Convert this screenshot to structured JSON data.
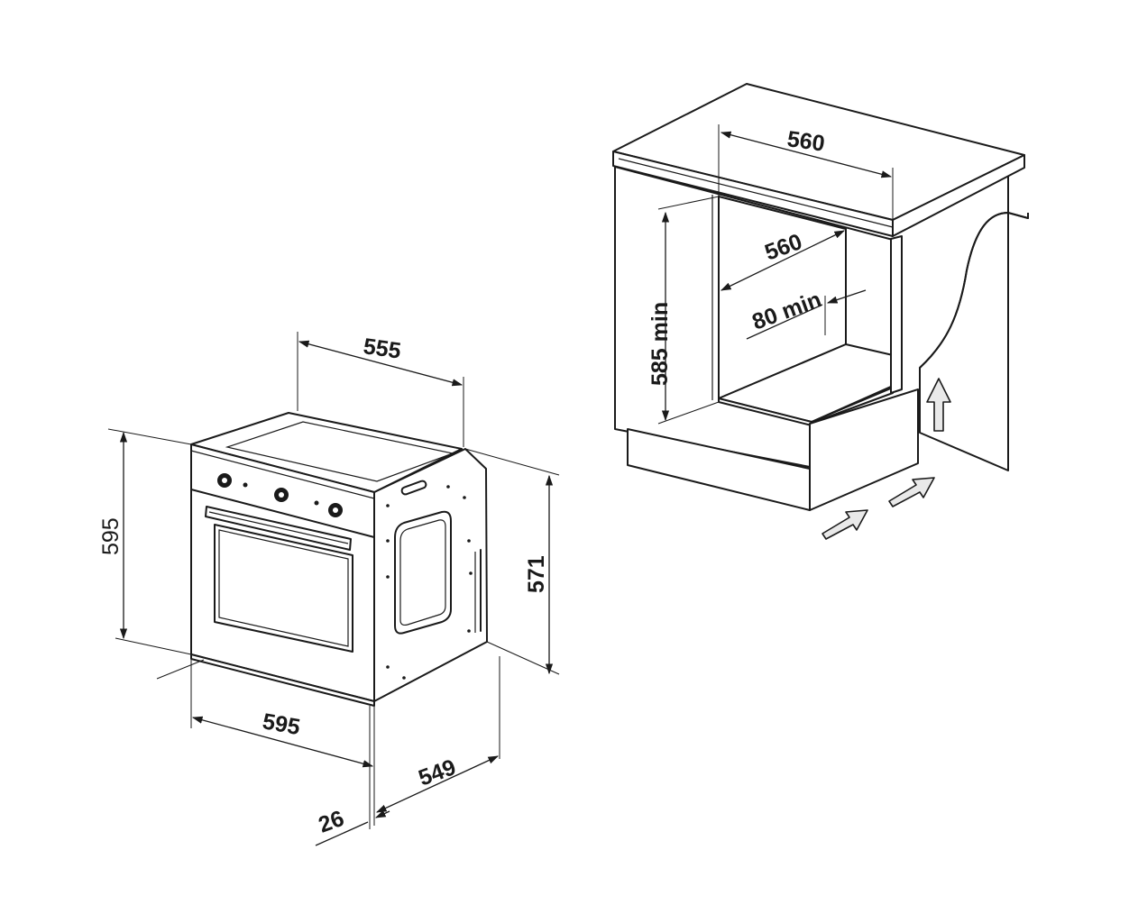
{
  "oven": {
    "width_top": "555",
    "height_left": "595",
    "height_right": "571",
    "width_front": "595",
    "depth": "549",
    "door_thickness": "26"
  },
  "cabinet": {
    "width_top": "560",
    "width_inner": "560",
    "height_min": "585 min",
    "gap_min": "80 min"
  },
  "icons": [
    "knob-icon",
    "airflow-arrow-icon"
  ]
}
